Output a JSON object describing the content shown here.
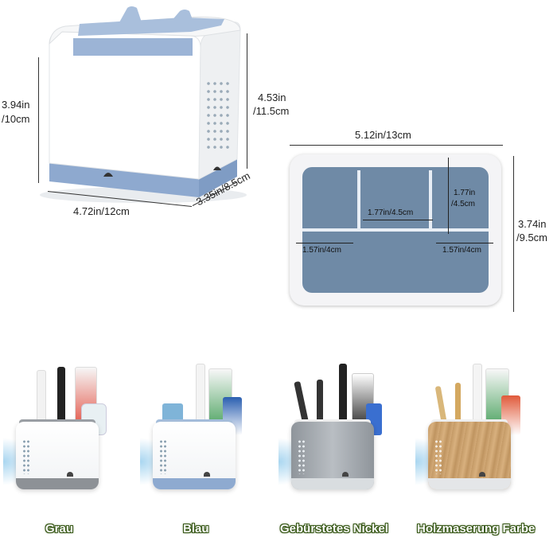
{
  "top_left_product": {
    "height_left": [
      "3.94in",
      "/10cm"
    ],
    "height_right": [
      "4.53in",
      "/11.5cm"
    ],
    "width": "4.72in/12cm",
    "depth": "3.35in/8.5cm",
    "colors": {
      "body": "#ffffff",
      "insert": "#a9bfdc",
      "base": "#8ea9cf"
    }
  },
  "top_view": {
    "width": "5.12in/13cm",
    "height": [
      "3.74in",
      "/9.5cm"
    ],
    "compartment_height": [
      "1.77in",
      "/4.5cm"
    ],
    "compartment_width": "1.77in/4.5cm",
    "left_width": "1.57in/4cm",
    "right_width": "1.57in/4cm",
    "colors": {
      "rim": "#f4f4f6",
      "floor": "#6f8aa6",
      "divider": "#e8eef5"
    }
  },
  "variants": [
    {
      "label": "Grau",
      "insert": "#9da2a7",
      "base": "#8d9196",
      "body": "#ffffff"
    },
    {
      "label": "Blau",
      "insert": "#a7c0de",
      "base": "#8eaad0",
      "body": "#ffffff"
    },
    {
      "label": "Gebürstetes Nickel",
      "insert": "#f2f2f2",
      "base": "#d9dde0",
      "body": "#9aa0a6"
    },
    {
      "label": "Holzmaserung Farbe",
      "insert": "#f2f2f2",
      "base": "#e4e6e8",
      "body": "#c8a070"
    }
  ],
  "caption_outline_color": "#3a5a1a"
}
